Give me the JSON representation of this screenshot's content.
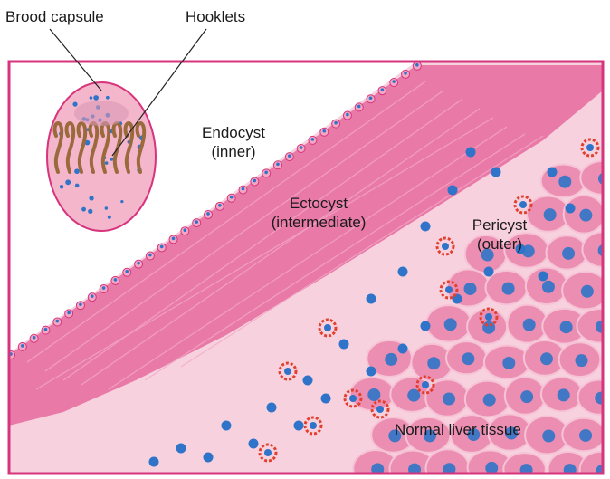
{
  "labels": {
    "brood_capsule": "Brood capsule",
    "hooklets": "Hooklets",
    "endocyst": "Endocyst",
    "endocyst_sub": "(inner)",
    "ectocyst": "Ectocyst",
    "ectocyst_sub": "(intermediate)",
    "pericyst": "Pericyst",
    "pericyst_sub": "(outer)",
    "normal_liver": "Normal liver tissue"
  },
  "colors": {
    "background": "#ffffff",
    "frame": "#d6347c",
    "ectocyst_pink": "#e97aa8",
    "pericyst_light": "#f7d2de",
    "liver_cell": "#ec8eb1",
    "nucleus_blue": "#2f74c8",
    "lymphocyte_red": "#e2402f",
    "capsule_fill": "#f4b6cb",
    "hooklet_brown": "#9a6a3c"
  }
}
